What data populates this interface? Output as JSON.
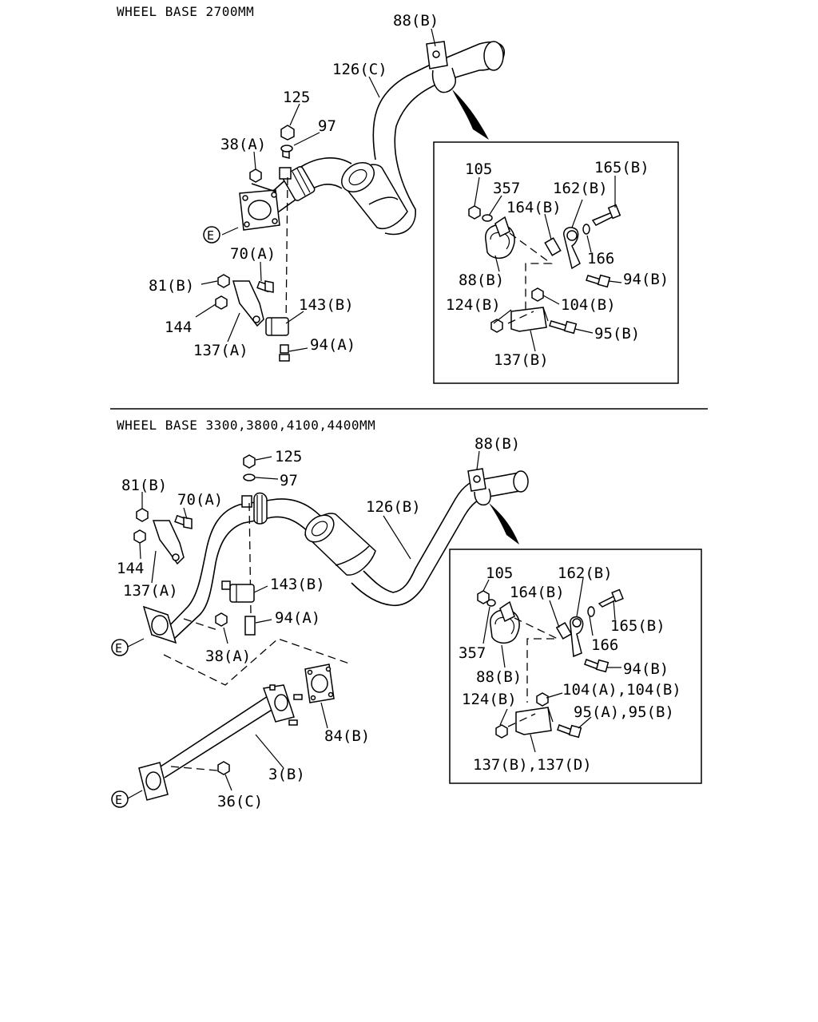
{
  "sections": {
    "upper": {
      "header": "WHEEL BASE 2700MM",
      "main_labels": {
        "l88b": "88(B)",
        "l126c": "126(C)",
        "l125": "125",
        "l97": "97",
        "l38a": "38(A)",
        "le": "E",
        "l70a": "70(A)",
        "l81b": "81(B)",
        "l144": "144",
        "l137a": "137(A)",
        "l143b": "143(B)",
        "l94a": "94(A)"
      },
      "detail_labels": {
        "l105": "105",
        "l357": "357",
        "l165b": "165(B)",
        "l162b": "162(B)",
        "l164b": "164(B)",
        "l166": "166",
        "l88b": "88(B)",
        "l94b": "94(B)",
        "l124b": "124(B)",
        "l104b": "104(B)",
        "l95b": "95(B)",
        "l137b": "137(B)"
      }
    },
    "lower": {
      "header": "WHEEL BASE 3300,3800,4100,4400MM",
      "main_labels": {
        "l125": "125",
        "l97": "97",
        "l88b": "88(B)",
        "l81b": "81(B)",
        "l70a": "70(A)",
        "l126b": "126(B)",
        "l144": "144",
        "l137a": "137(A)",
        "l143b": "143(B)",
        "l94a": "94(A)",
        "le1": "E",
        "l38a": "38(A)",
        "l84b": "84(B)",
        "l3b": "3(B)",
        "le2": "E",
        "l36c": "36(C)"
      },
      "detail_labels": {
        "l105": "105",
        "l162b": "162(B)",
        "l164b": "164(B)",
        "l165b": "165(B)",
        "l166": "166",
        "l357": "357",
        "l88b": "88(B)",
        "l94b": "94(B)",
        "l104": "104(A),104(B)",
        "l124b": "124(B)",
        "l95": "95(A),95(B)",
        "l137": "137(B),137(D)"
      }
    }
  }
}
